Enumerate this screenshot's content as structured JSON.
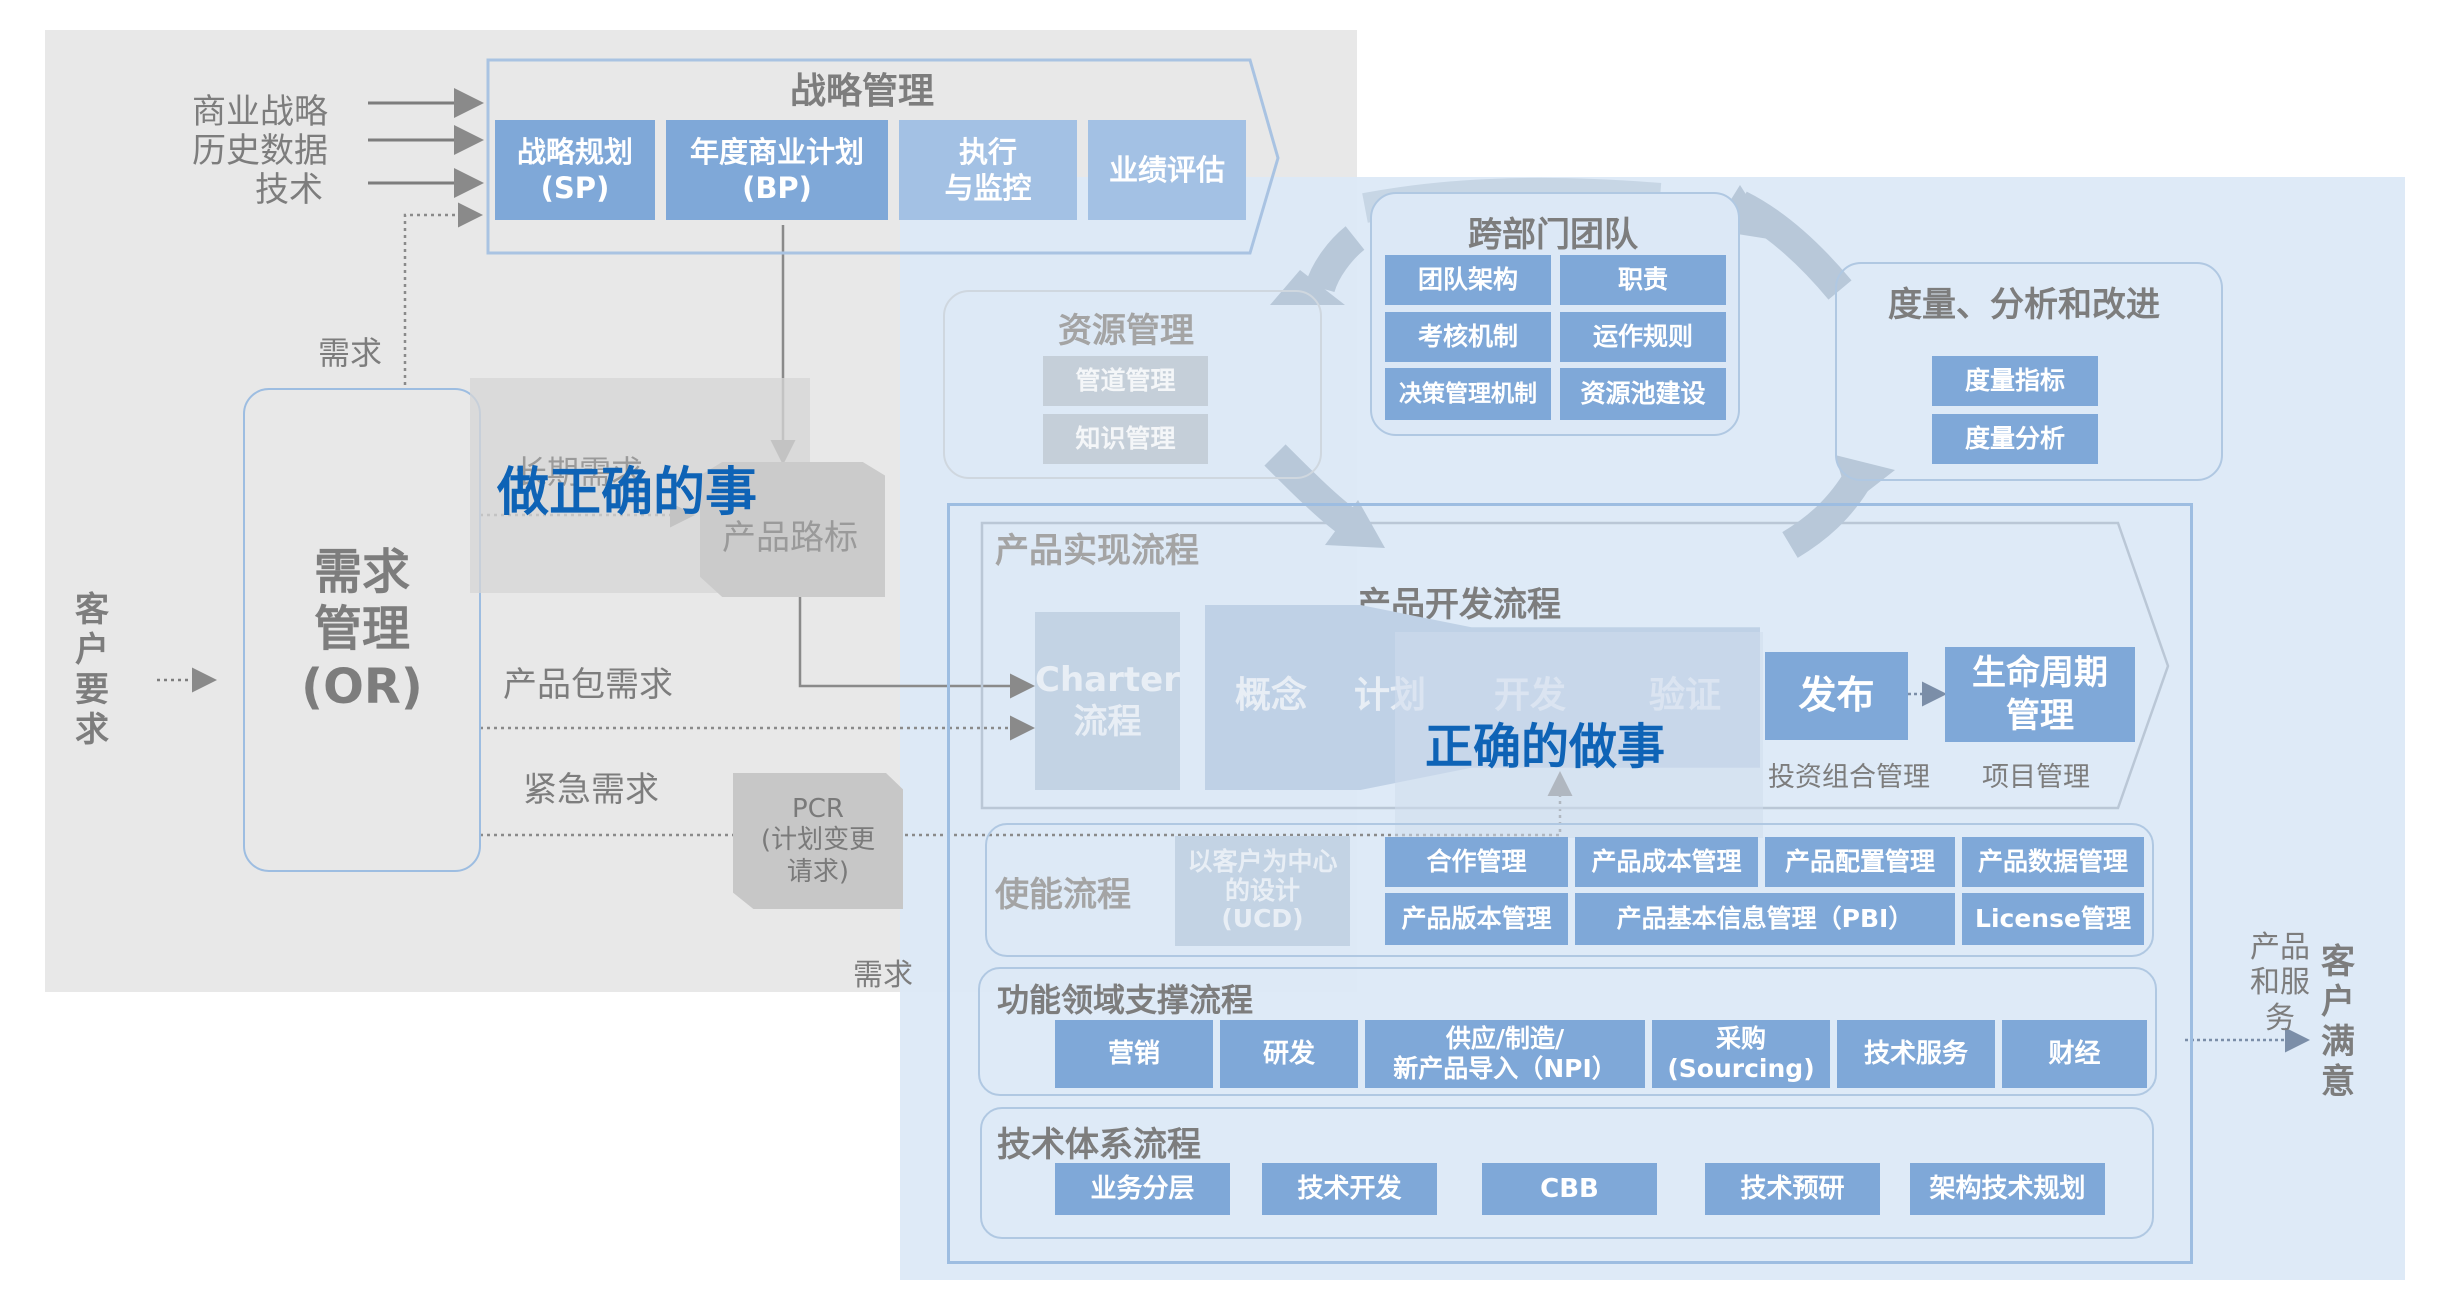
{
  "strategy": {
    "title": "战略管理",
    "inputs": [
      "商业战略",
      "历史数据",
      "技术"
    ],
    "boxes": [
      {
        "l1": "战略规划",
        "l2": "(SP)"
      },
      {
        "l1": "年度商业计划",
        "l2": "(BP)"
      },
      {
        "l1": "执行",
        "l2": "与监控"
      },
      {
        "l1": "业绩评估",
        "l2": ""
      }
    ]
  },
  "demand_label_top": "需求",
  "customer_request": "客户要求",
  "or": {
    "l1": "需求",
    "l2": "管理",
    "l3": "(OR)"
  },
  "labels": {
    "long_term": "长期需求",
    "roadmap": "产品路标",
    "product_pkg": "产品包需求",
    "urgent": "紧急需求",
    "demand_bottom": "需求"
  },
  "pcr": {
    "l1": "PCR",
    "l2": "(计划变更",
    "l3": "请求)"
  },
  "do_right_thing": "做正确的事",
  "do_things_right": "正确的做事",
  "cross_team": {
    "title": "跨部门团队",
    "cells": [
      "团队架构",
      "职责",
      "考核机制",
      "运作规则",
      "决策管理机制",
      "资源池建设"
    ]
  },
  "resource_mgmt": {
    "title": "资源管理",
    "items": [
      "管道管理",
      "知识管理"
    ]
  },
  "measure": {
    "title": "度量、分析和改进",
    "items": [
      "度量指标",
      "度量分析"
    ]
  },
  "realization": {
    "title": "产品实现流程",
    "dev_title": "产品开发流程",
    "charter": {
      "l1": "Charter",
      "l2": "流程"
    },
    "phases": [
      "概念",
      "计划",
      "开发",
      "验证"
    ],
    "release": "发布",
    "lifecycle": {
      "l1": "生命周期",
      "l2": "管理"
    },
    "portfolio_note": "投资组合管理",
    "project_note": "项目管理"
  },
  "enabling": {
    "title": "使能流程",
    "ucd": {
      "l1": "以客户为中心",
      "l2": "的设计",
      "l3": "(UCD)"
    },
    "row1": [
      "合作管理",
      "产品成本管理",
      "产品配置管理",
      "产品数据管理"
    ],
    "row2": [
      "产品版本管理",
      "产品基本信息管理（PBI）",
      "License管理"
    ]
  },
  "functional": {
    "title": "功能领域支撑流程",
    "items": [
      {
        "l1": "营销",
        "l2": ""
      },
      {
        "l1": "研发",
        "l2": ""
      },
      {
        "l1": "供应/制造/",
        "l2": "新产品导入（NPI）"
      },
      {
        "l1": "采购",
        "l2": "(Sourcing)"
      },
      {
        "l1": "技术服务",
        "l2": ""
      },
      {
        "l1": "财经",
        "l2": ""
      }
    ]
  },
  "tech": {
    "title": "技术体系流程",
    "items": [
      "业务分层",
      "技术开发",
      "CBB",
      "技术预研",
      "架构技术规划"
    ]
  },
  "output": {
    "products_services": "产品和服务",
    "satisfaction": "客户满意"
  },
  "colors": {
    "gray_panel": "#e8e8e8",
    "blue_panel": "#dce8f6",
    "box_blue": "#7fa8d8",
    "title_blue": "#0e63b6",
    "text_gray": "#7d7d7d"
  }
}
